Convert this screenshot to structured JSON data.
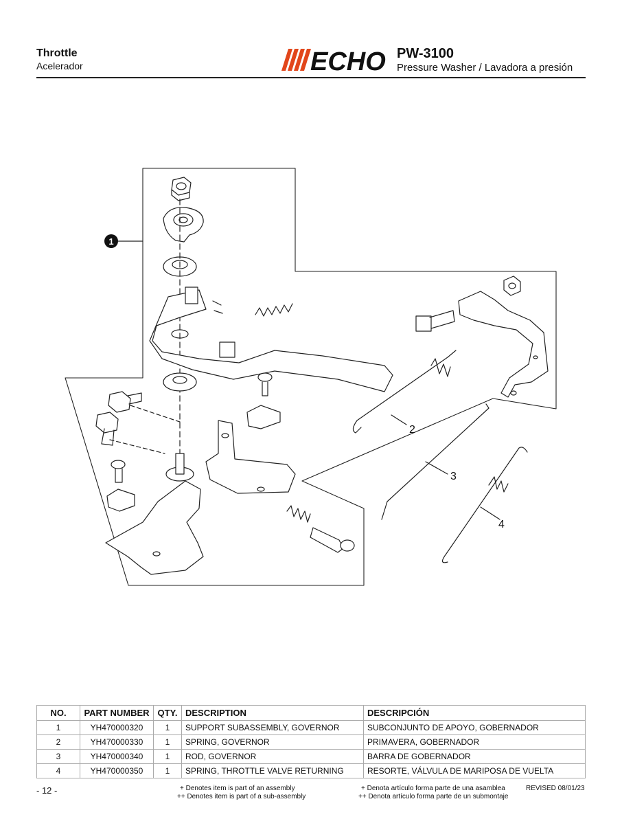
{
  "header": {
    "title": "Throttle",
    "subtitle": "Acelerador",
    "brand": "ECHO",
    "model": "PW-3100",
    "model_desc": "Pressure Washer / Lavadora a presión",
    "brand_color": "#e2461b"
  },
  "callouts": {
    "c1": "1",
    "c2": "2",
    "c3": "3",
    "c4": "4"
  },
  "table": {
    "headers": [
      "NO.",
      "PART NUMBER",
      "QTY.",
      "DESCRIPTION",
      "DESCRIPCIÓN"
    ],
    "rows": [
      [
        "1",
        "YH470000320",
        "1",
        "SUPPORT SUBASSEMBLY, GOVERNOR",
        "SUBCONJUNTO DE APOYO, GOBERNADOR"
      ],
      [
        "2",
        "YH470000330",
        "1",
        "SPRING, GOVERNOR",
        "PRIMAVERA, GOBERNADOR"
      ],
      [
        "3",
        "YH470000340",
        "1",
        "ROD, GOVERNOR",
        "BARRA DE GOBERNADOR"
      ],
      [
        "4",
        "YH470000350",
        "1",
        "SPRING, THROTTLE VALVE RETURNING",
        "RESORTE, VÁLVULA DE MARIPOSA DE VUELTA"
      ]
    ]
  },
  "footer": {
    "page": "- 12 -",
    "note_en_1": "+ Denotes item is part of an assembly",
    "note_en_2": "++ Denotes item is part of a sub-assembly",
    "note_es_1": "+ Denota artículo forma parte de una asamblea",
    "note_es_2": "++ Denota artículo forma parte de un submontaje",
    "revised": "REVISED 08/01/23"
  }
}
